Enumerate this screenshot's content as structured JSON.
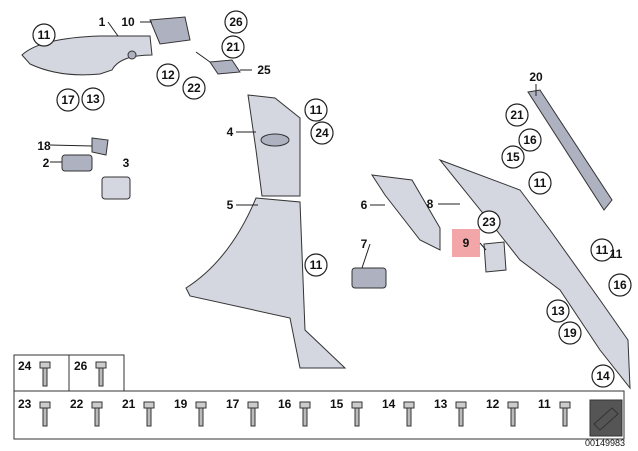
{
  "diagram": {
    "drawing_number": "00149983",
    "highlighted_part": "9",
    "highlight_color": "#f3a6a8",
    "part_labels": [
      "1",
      "10",
      "26",
      "21",
      "25",
      "22",
      "12",
      "13",
      "11",
      "11",
      "17",
      "4",
      "24",
      "5",
      "11",
      "18",
      "2",
      "3",
      "6",
      "7",
      "11",
      "9",
      "23",
      "8",
      "11",
      "20",
      "21",
      "16",
      "15",
      "11",
      "16",
      "13",
      "19",
      "14"
    ],
    "legend_row1": [
      "24",
      "26"
    ],
    "legend_row2": [
      "23",
      "22",
      "21",
      "19",
      "17",
      "16",
      "15",
      "14",
      "13",
      "12",
      "11"
    ]
  }
}
